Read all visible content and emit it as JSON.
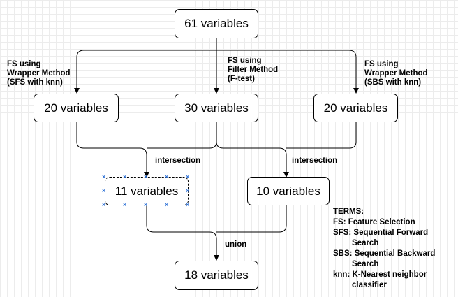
{
  "nodes": {
    "n61": "61 variables",
    "wrapper_sfs": "20 variables",
    "filter": "30 variables",
    "wrapper_sbs": "20 variables",
    "n11": "11 variables",
    "n10": "10 variables",
    "n18": "18 variables"
  },
  "edge_labels": {
    "fs_sfs": [
      "FS using",
      "Wrapper Method",
      "(SFS with knn)"
    ],
    "fs_filter": [
      "FS using",
      "Filter Method",
      "(F-test)"
    ],
    "fs_sbs": [
      "FS using",
      "Wrapper Method",
      "(SBS with knn)"
    ],
    "intersection_left": "intersection",
    "intersection_right": "intersection",
    "union": "union"
  },
  "terms": {
    "title": "TERMS:",
    "fs_abbr": "FS:",
    "fs_def": "Feature Selection",
    "sfs_abbr": "SFS:",
    "sfs_def1": "Sequential Forward",
    "sfs_def2": "Search",
    "sbs_abbr": "SBS:",
    "sbs_def1": "Sequential Backward",
    "sbs_def2": "Search",
    "knn_abbr": "knn:",
    "knn_def1": "K-Nearest neighbor",
    "knn_def2": "classifier"
  },
  "colors": {
    "line": "#000000",
    "selection_handle": "#2a6fd6",
    "grid": "#ececec"
  }
}
